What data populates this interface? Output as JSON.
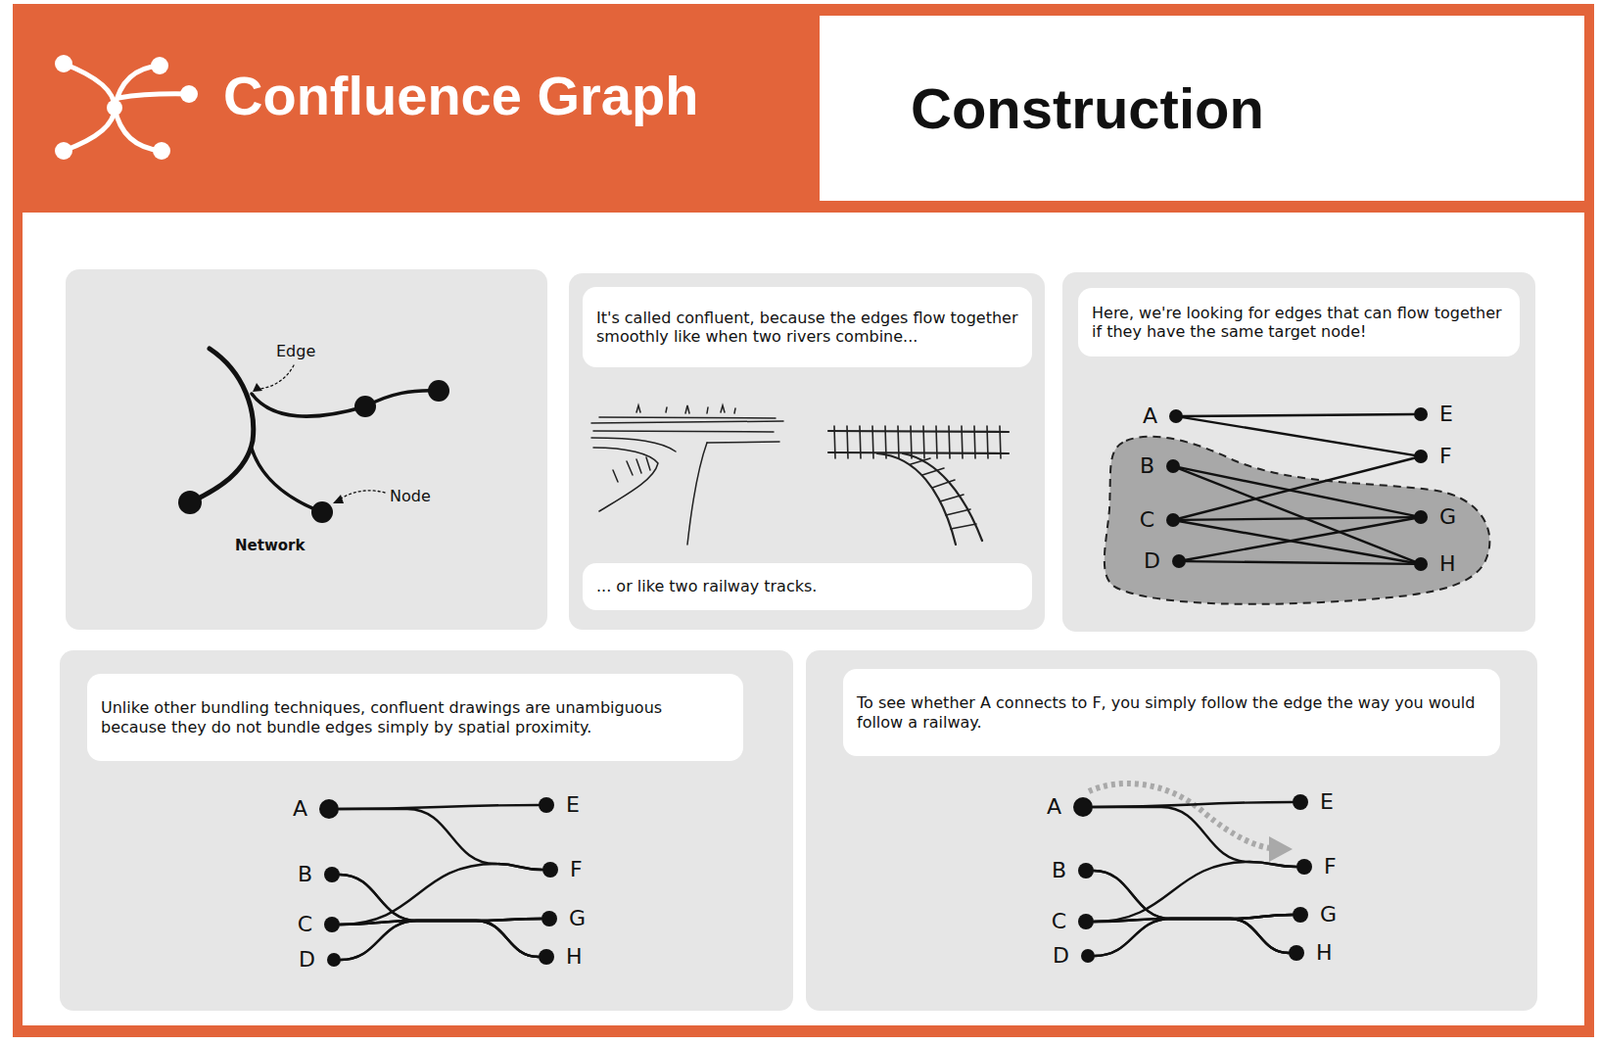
{
  "diagram": {
    "title": "Confluence Graph",
    "nodes": [
      {
        "text": [
          "Construction"
        ]
      },
      {
        "text": [
          "It's called confluent, because the edges flow together smoothly like when two rivers combine..."
        ]
      },
      {
        "text": [
          "... or like two railway tracks."
        ]
      },
      {
        "text": [
          "Here, we're looking for edges that can flow together if they have the same target node!"
        ]
      },
      {
        "text": [
          "A"
        ]
      },
      {
        "text": [
          "E"
        ]
      },
      {
        "text": [
          "B"
        ]
      },
      {
        "text": [
          "F"
        ]
      },
      {
        "text": [
          "C"
        ]
      },
      {
        "text": [
          "G"
        ]
      },
      {
        "text": [
          "D"
        ]
      },
      {
        "text": [
          "H"
        ]
      },
      {
        "text": [
          "Unlike other bundling techniques, confluent drawings are unambiguous because they do not bundle edges simply by spatial proximity."
        ]
      },
      {
        "text": [
          "A"
        ]
      },
      {
        "text": [
          "E"
        ]
      },
      {
        "text": [
          "B"
        ]
      },
      {
        "text": [
          "F"
        ]
      },
      {
        "text": [
          "C"
        ]
      },
      {
        "text": [
          "G"
        ]
      },
      {
        "text": [
          "D"
        ]
      },
      {
        "text": [
          "H"
        ]
      },
      {
        "text": [
          "To see whether A connects to F, you simply follow the edge the way you would follow a railway."
        ]
      },
      {
        "text": [
          "A"
        ]
      },
      {
        "text": [
          "E"
        ]
      },
      {
        "text": [
          "B"
        ]
      },
      {
        "text": [
          "F"
        ]
      },
      {
        "text": [
          "C"
        ]
      },
      {
        "text": [
          "G"
        ]
      },
      {
        "text": [
          "D"
        ]
      },
      {
        "text": [
          "H"
        ]
      }
    ],
    "edges": [
      {
        "from": 4,
        "to": 5,
        "arrow": "none"
      },
      {
        "from": 4,
        "to": 7,
        "arrow": "none"
      },
      {
        "from": 6,
        "to": 9,
        "arrow": "none"
      },
      {
        "from": 6,
        "to": 11,
        "arrow": "none"
      },
      {
        "from": 8,
        "to": 7,
        "arrow": "none"
      },
      {
        "from": 8,
        "to": 9,
        "arrow": "none"
      },
      {
        "from": 8,
        "to": 11,
        "arrow": "none"
      },
      {
        "from": 10,
        "to": 9,
        "arrow": "none"
      },
      {
        "from": 10,
        "to": 11,
        "arrow": "none"
      },
      {
        "from": 13,
        "to": 14,
        "arrow": "none"
      },
      {
        "from": 13,
        "to": 16,
        "arrow": "none"
      },
      {
        "from": 15,
        "to": 18,
        "arrow": "none"
      },
      {
        "from": 15,
        "to": 20,
        "arrow": "none"
      },
      {
        "from": 17,
        "to": 16,
        "arrow": "none"
      },
      {
        "from": 17,
        "to": 18,
        "arrow": "none"
      },
      {
        "from": 17,
        "to": 20,
        "arrow": "none"
      },
      {
        "from": 19,
        "to": 18,
        "arrow": "none"
      },
      {
        "from": 19,
        "to": 20,
        "arrow": "none"
      },
      {
        "from": 22,
        "to": 23,
        "arrow": "none"
      },
      {
        "from": 22,
        "to": 25,
        "arrow": "none"
      },
      {
        "from": 24,
        "to": 27,
        "arrow": "none"
      },
      {
        "from": 24,
        "to": 29,
        "arrow": "none"
      },
      {
        "from": 26,
        "to": 25,
        "arrow": "none"
      },
      {
        "from": 26,
        "to": 27,
        "arrow": "none"
      },
      {
        "from": 26,
        "to": 29,
        "arrow": "none"
      },
      {
        "from": 28,
        "to": 27,
        "arrow": "none"
      },
      {
        "from": 28,
        "to": 29,
        "arrow": "none"
      }
    ],
    "labels": [
      "Edge",
      "Node",
      "Network"
    ]
  }
}
